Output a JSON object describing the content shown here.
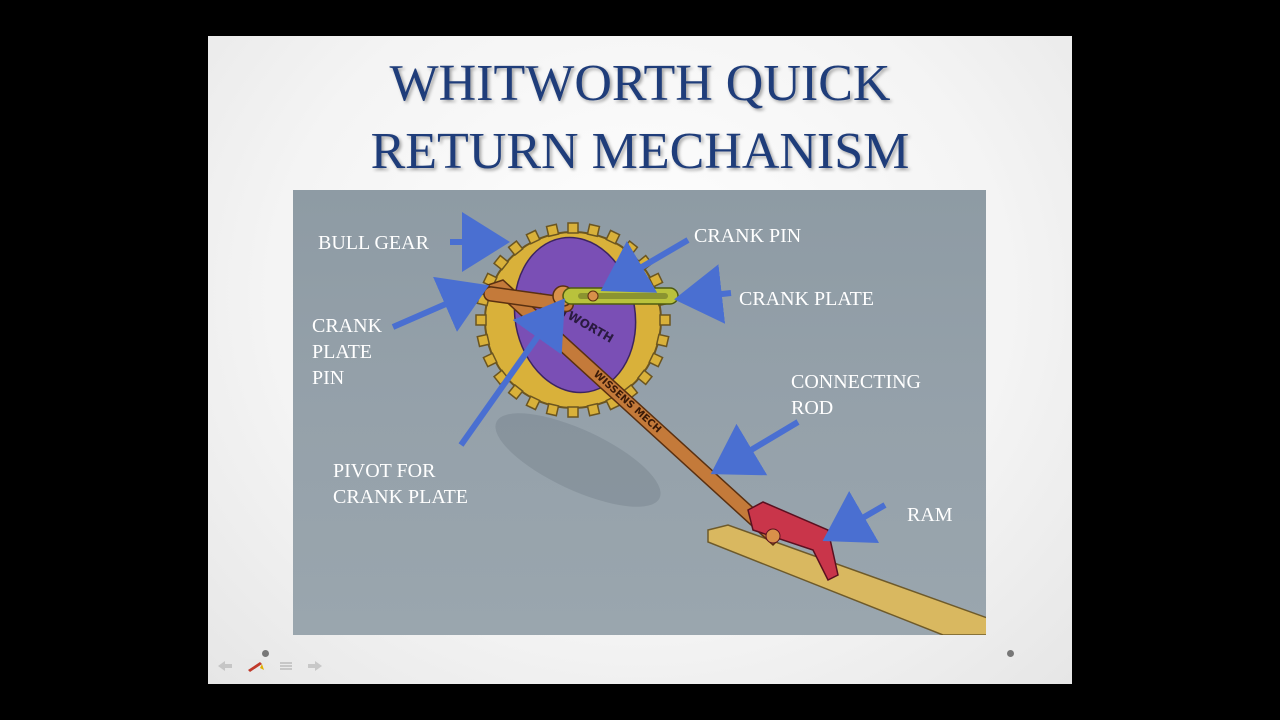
{
  "slide": {
    "title_line1": "WHITWORTH QUICK",
    "title_line2": "RETURN MECHANISM"
  },
  "diagram": {
    "labels": {
      "bull_gear": "BULL GEAR",
      "crank_pin": "CRANK PIN",
      "crank_plate": "CRANK PLATE",
      "crank_plate_pin": "CRANK\nPLATE\nPIN",
      "connecting_rod": "CONNECTING\nROD",
      "pivot": "PIVOT FOR\nCRANK PLATE",
      "ram": "RAM"
    },
    "engraving": {
      "gear_text": "WHITWORTH",
      "rod_text": "WISSENS MECH"
    },
    "colors": {
      "gear": "#d9b13a",
      "disc": "#7a4fb5",
      "rod": "#c47a3a",
      "plate": "#b9c23c",
      "ram": "#c9354a",
      "base": "#d9b860",
      "arrow": "#4a6fd1"
    }
  },
  "controls": {
    "icons": [
      "back-arrow-icon",
      "pen-icon",
      "menu-icon",
      "forward-arrow-icon"
    ]
  }
}
